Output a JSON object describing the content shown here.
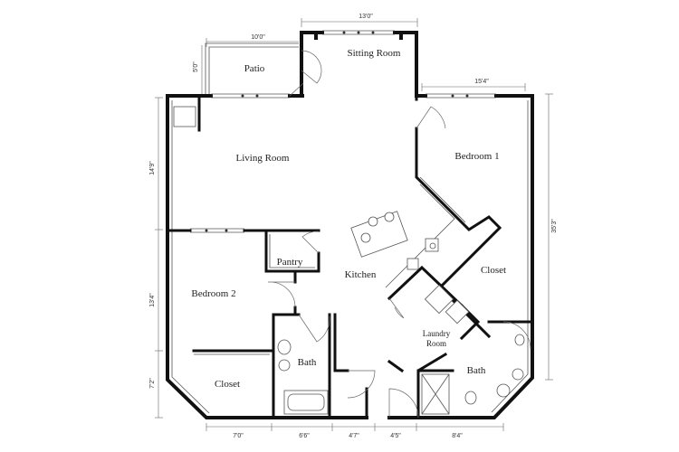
{
  "rooms": {
    "sitting_room": "Sitting Room",
    "patio": "Patio",
    "living_room": "Living Room",
    "bedroom_1": "Bedroom 1",
    "closet_1": "Closet",
    "pantry": "Pantry",
    "kitchen": "Kitchen",
    "bedroom_2": "Bedroom 2",
    "laundry_line1": "Laundry",
    "laundry_line2": "Room",
    "bath_1": "Bath",
    "bath_2": "Bath",
    "closet_2": "Closet"
  },
  "dimensions": {
    "sitting_width": "13'0\"",
    "patio_width": "10'0\"",
    "patio_depth": "5'0\"",
    "bedroom1_width": "15'4\"",
    "left_upper": "14'9\"",
    "left_mid": "13'4\"",
    "left_lower": "7'2\"",
    "right_total": "35'3\"",
    "bottom_1": "7'0\"",
    "bottom_2": "6'6\"",
    "bottom_3": "4'7\"",
    "bottom_4": "4'5\"",
    "bottom_5": "8'4\""
  }
}
